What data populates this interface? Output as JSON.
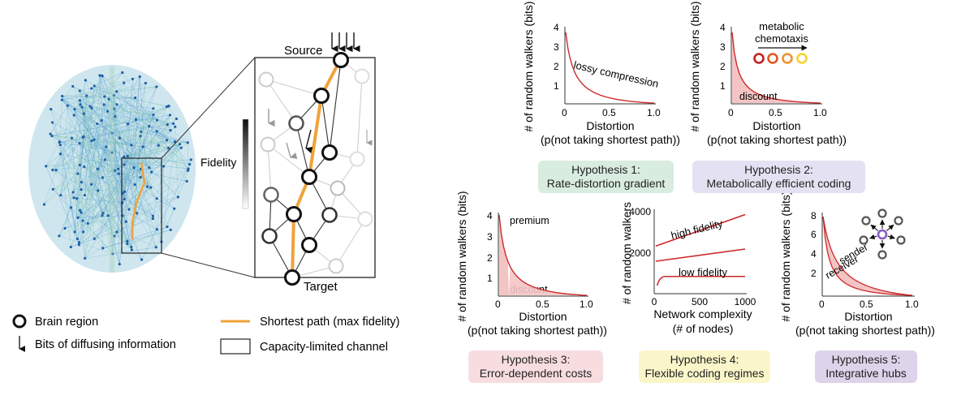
{
  "diagram": {
    "source_label": "Source",
    "target_label": "Target",
    "fidelity_label": "Fidelity"
  },
  "legend": {
    "brain_region": "Brain region",
    "bits": "Bits of diffusing information",
    "shortest_path": "Shortest path (max fidelity)",
    "channel": "Capacity-limited channel"
  },
  "colors": {
    "curve": "#cc2a2a",
    "fill": "#f4c4c4",
    "path": "#f0a23a",
    "h1_bg": "#d8ecdf",
    "h2_bg": "#e4e2f2",
    "h3_bg": "#f8dde0",
    "h4_bg": "#fbf6c9",
    "h5_bg": "#ddd3ea",
    "hub": "#8a5cc4"
  },
  "hypotheses": [
    {
      "title": "Hypothesis 1:",
      "desc": "Rate-distortion gradient"
    },
    {
      "title": "Hypothesis 2:",
      "desc": "Metabolically efficient coding"
    },
    {
      "title": "Hypothesis 3:",
      "desc": "Error-dependent costs"
    },
    {
      "title": "Hypothesis 4:",
      "desc": "Flexible coding regimes"
    },
    {
      "title": "Hypothesis 5:",
      "desc": "Integrative hubs"
    }
  ],
  "chart_data": [
    {
      "type": "area",
      "ylabel": "# of random walkers (bits)",
      "xlabel": "Distortion",
      "xlabel2": "(p(not taking shortest path))",
      "xticks": [
        "0",
        "0.5",
        "1.0"
      ],
      "yticks": [
        "1",
        "2",
        "3",
        "4"
      ],
      "xlim": [
        0,
        1
      ],
      "ylim": [
        0,
        4
      ],
      "annotations": [
        "lossy compression"
      ]
    },
    {
      "type": "area",
      "ylabel": "# of random walkers (bits)",
      "xlabel": "Distortion",
      "xlabel2": "(p(not taking shortest path))",
      "xticks": [
        "0",
        "0.5",
        "1.0"
      ],
      "yticks": [
        "1",
        "2",
        "3",
        "4"
      ],
      "xlim": [
        0,
        1
      ],
      "ylim": [
        0,
        4
      ],
      "annotations": [
        "discount",
        "metabolic",
        "chemotaxis"
      ]
    },
    {
      "type": "area",
      "ylabel": "# of random walkers (bits)",
      "xlabel": "Distortion",
      "xlabel2": "(p(not taking shortest path))",
      "xticks": [
        "0",
        "0.5",
        "1.0"
      ],
      "yticks": [
        "1",
        "2",
        "3",
        "4"
      ],
      "xlim": [
        0,
        1
      ],
      "ylim": [
        0,
        4
      ],
      "annotations": [
        "premium",
        "discount"
      ]
    },
    {
      "type": "line",
      "ylabel": "# of random walkers",
      "xlabel": "Network complexity",
      "xlabel2": "(# of nodes)",
      "xticks": [
        "0",
        "500",
        "1000"
      ],
      "yticks": [
        "2000",
        "4000"
      ],
      "xlim": [
        0,
        1000
      ],
      "ylim": [
        0,
        4000
      ],
      "annotations": [
        "high fidelity",
        "low fidelity"
      ],
      "series": [
        {
          "x": [
            0,
            1000
          ],
          "values": [
            2350,
            3900
          ]
        },
        {
          "x": [
            0,
            1000
          ],
          "values": [
            1600,
            2200
          ]
        },
        {
          "x": [
            20,
            100,
            1000
          ],
          "values": [
            400,
            850,
            850
          ]
        }
      ]
    },
    {
      "type": "area",
      "ylabel": "# of random walkers (bits)",
      "xlabel": "Distortion",
      "xlabel2": "(p(not taking shortest path))",
      "xticks": [
        "0",
        "0.5",
        "1.0"
      ],
      "yticks": [
        "2",
        "4",
        "6",
        "8"
      ],
      "xlim": [
        0,
        1
      ],
      "ylim": [
        0,
        8
      ],
      "annotations": [
        "sender",
        "receiver"
      ]
    }
  ]
}
